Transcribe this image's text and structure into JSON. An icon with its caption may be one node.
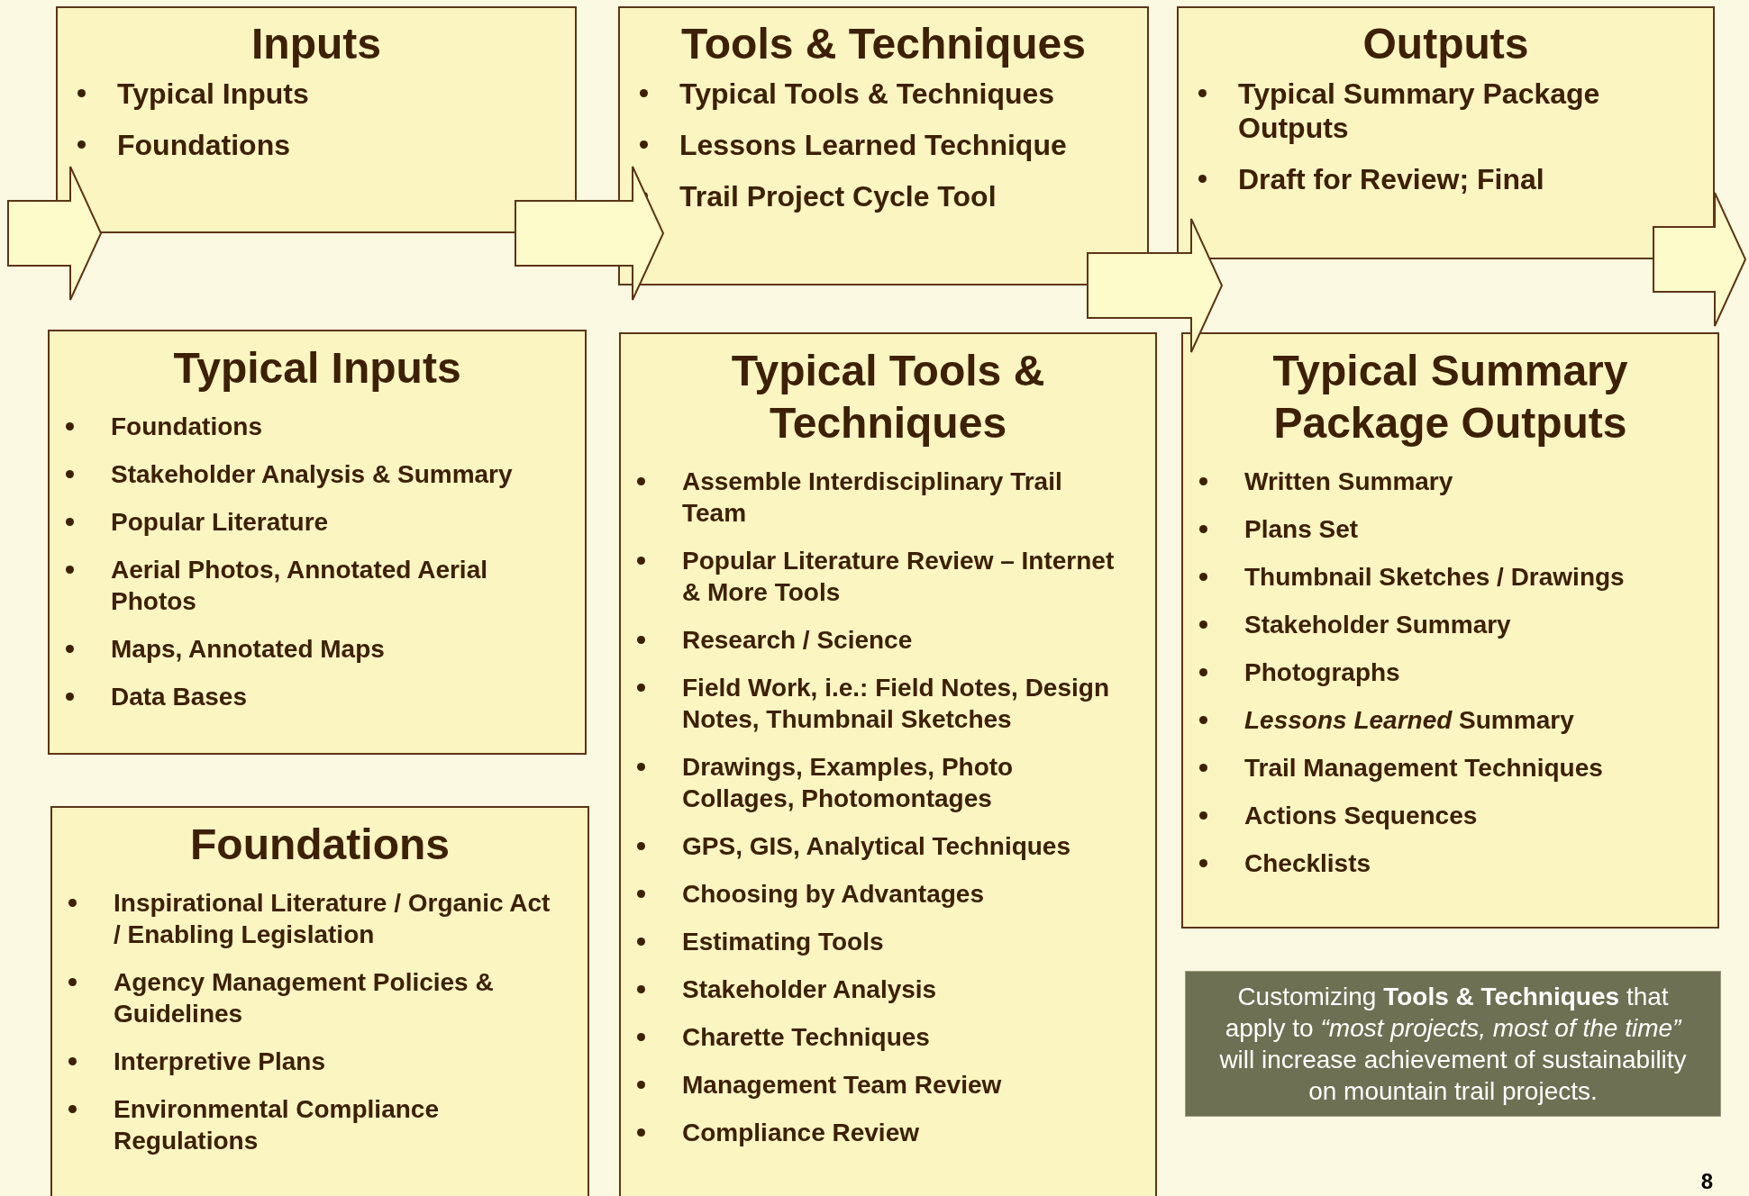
{
  "diagram": {
    "nodes": [
      {
        "text": [
          "Inputs",
          "Typical Inputs",
          "Foundations"
        ]
      },
      {
        "text": [
          "Tools & Techniques",
          "Typical Tools & Techniques",
          "Lessons Learned Technique",
          "Trail Project Cycle Tool"
        ]
      },
      {
        "text": [
          "Outputs",
          "Typical Summary Package Outputs",
          "Draft for Review; Final"
        ]
      },
      {
        "text": [
          "Typical Inputs",
          "Foundations",
          "Stakeholder Analysis & Summary",
          "Popular Literature",
          "Aerial Photos, Annotated Aerial Photos",
          "Maps, Annotated Maps",
          "Data Bases"
        ]
      },
      {
        "text": [
          "Foundations",
          "Inspirational Literature / Organic Act / Enabling Legislation",
          "Agency Management Policies & Guidelines",
          "Interpretive Plans",
          "Environmental Compliance Regulations"
        ]
      },
      {
        "text": [
          "Typical Tools & Techniques",
          "Assemble Interdisciplinary Trail Team",
          "Popular Literature Review – Internet & More Tools",
          "Research / Science",
          "Field Work, i.e.: Field Notes, Design Notes, Thumbnail Sketches",
          "Drawings, Examples, Photo Collages, Photomontages",
          "GPS, GIS, Analytical Techniques",
          "Choosing by Advantages",
          "Estimating Tools",
          "Stakeholder Analysis",
          "Charette Techniques",
          "Management Team Review",
          "Compliance Review"
        ]
      },
      {
        "text": [
          "Typical Summary Package Outputs",
          "Written Summary",
          "Plans Set",
          "Thumbnail Sketches / Drawings",
          "Stakeholder Summary",
          "Photographs",
          "*Lessons Learned* Summary",
          "Trail Management Techniques",
          "Actions Sequences",
          "Checklists"
        ]
      },
      {
        "text": [
          "Customizing **Tools & Techniques** that apply to *“most projects, most of the time”* will increase achievement of sustainability on mountain trail projects."
        ]
      }
    ],
    "edges": [
      {
        "from": null,
        "to": 0,
        "arrow": "to"
      },
      {
        "from": 0,
        "to": 1,
        "arrow": "to"
      },
      {
        "from": 1,
        "to": 2,
        "arrow": "to"
      },
      {
        "from": 2,
        "to": null,
        "arrow": "to"
      }
    ],
    "labels": [
      "8"
    ]
  }
}
